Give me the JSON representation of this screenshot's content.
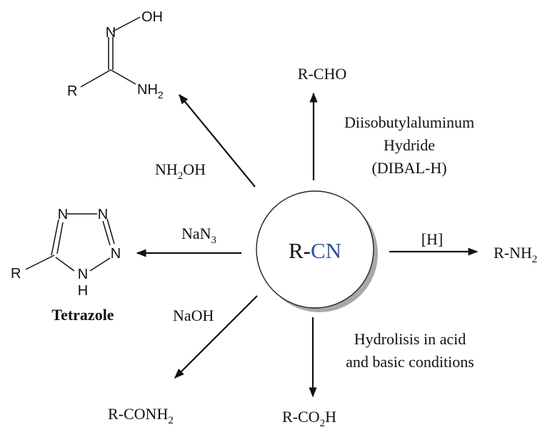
{
  "center": {
    "prefix": "R-",
    "group": "CN",
    "group_color": "#2b4fa6"
  },
  "reactions": {
    "aldehyde": {
      "product": "R-CHO",
      "reagent_lines": [
        "Diisobutylaluminum",
        "Hydride",
        "(DIBAL-H)"
      ]
    },
    "amidoxime": {
      "reagent_main": "NH",
      "reagent_sub": "2",
      "reagent_tail": "OH",
      "atoms": {
        "n": "N",
        "oh": "OH",
        "r": "R",
        "nh": "NH",
        "nh_sub": "2"
      }
    },
    "tetrazole": {
      "reagent_main": "NaN",
      "reagent_sub": "3",
      "name": "Tetrazole",
      "atoms": {
        "n1": "N",
        "n2": "N",
        "n3": "N",
        "nh_n": "N",
        "nh_h": "H",
        "r": "R"
      }
    },
    "amine": {
      "reagent": "[H]",
      "product_main": "R-NH",
      "product_sub": "2"
    },
    "amide": {
      "reagent": "NaOH",
      "product_main": "R-CONH",
      "product_sub": "2"
    },
    "acid": {
      "reagent_lines": [
        "Hydrolisis in acid",
        "and basic conditions"
      ],
      "product_main": "R-CO",
      "product_sub": "2",
      "product_tail": "H"
    }
  }
}
